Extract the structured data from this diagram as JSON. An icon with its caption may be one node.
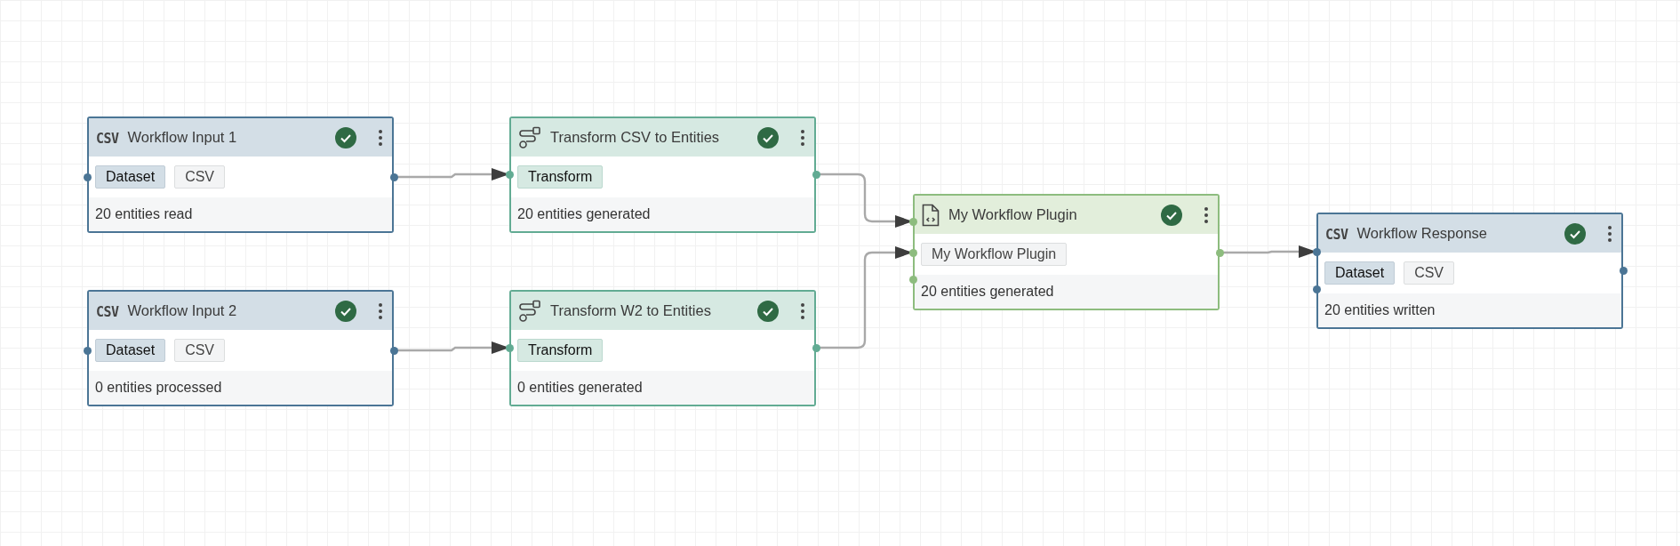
{
  "diagram": {
    "nodes": [
      {
        "text": [
          "CSV",
          "Workflow Input 1",
          "Dataset",
          "CSV",
          "20 entities read"
        ]
      },
      {
        "text": [
          "CSV",
          "Workflow Input 2",
          "Dataset",
          "CSV",
          "0 entities processed"
        ]
      },
      {
        "text": [
          "Transform CSV to Entities",
          "Transform",
          "20 entities generated"
        ]
      },
      {
        "text": [
          "Transform W2 to Entities",
          "Transform",
          "0 entities generated"
        ]
      },
      {
        "text": [
          "My Workflow Plugin",
          "My Workflow Plugin",
          "20 entities generated"
        ]
      },
      {
        "text": [
          "CSV",
          "Workflow Response",
          "Dataset",
          "CSV",
          "20 entities written"
        ]
      }
    ],
    "edges": [
      {
        "from": 0,
        "to": 2,
        "arrow": "to"
      },
      {
        "from": 1,
        "to": 3,
        "arrow": "to"
      },
      {
        "from": 2,
        "to": 4,
        "arrow": "to"
      },
      {
        "from": 3,
        "to": 4,
        "arrow": "to"
      },
      {
        "from": 4,
        "to": 5,
        "arrow": "to"
      }
    ]
  }
}
